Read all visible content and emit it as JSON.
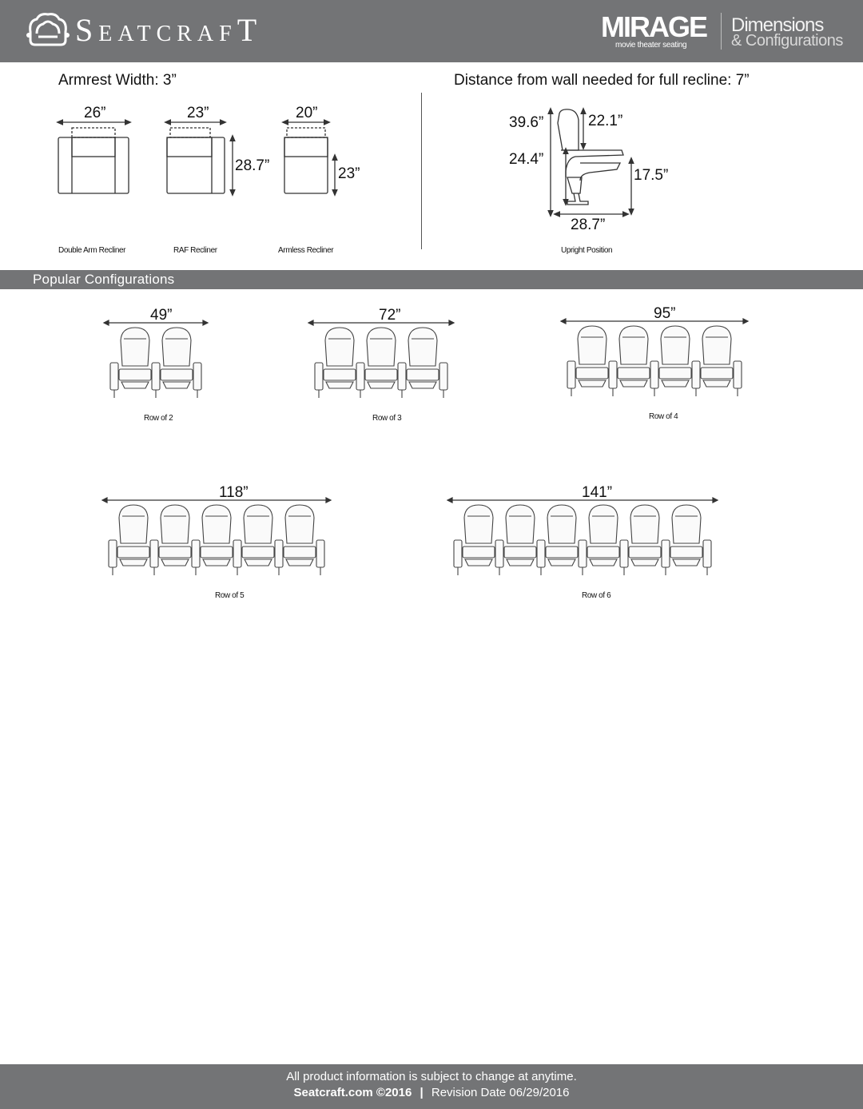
{
  "header": {
    "brand": "SeatcrafT",
    "product_name": "MIRAGE",
    "product_tagline": "movie theater seating",
    "title_line1": "Dimensions",
    "title_line2": "& Configurations",
    "colors": {
      "bar": "#737476",
      "text": "#ffffff"
    }
  },
  "dimensions": {
    "armrest_label": "Armrest Width: 3”",
    "wall_label": "Distance from wall needed for full recline: 7”",
    "top_views": [
      {
        "width": "26”",
        "caption": "Double Arm Recliner"
      },
      {
        "width": "23”",
        "depth": "28.7”",
        "caption": "RAF Recliner"
      },
      {
        "width": "20”",
        "depth": "23”",
        "caption": "Armless Recliner"
      }
    ],
    "side_view": {
      "overall_height": "39.6”",
      "back_height": "22.1”",
      "arm_height": "24.4”",
      "seat_height": "17.5”",
      "depth": "28.7”",
      "caption": "Upright Position"
    }
  },
  "configurations": {
    "section_title": "Popular Configurations",
    "items": [
      {
        "width": "49”",
        "caption": "Row of 2",
        "seats": 2
      },
      {
        "width": "72”",
        "caption": "Row of 3",
        "seats": 3
      },
      {
        "width": "95”",
        "caption": "Row of 4",
        "seats": 4
      },
      {
        "width": "118”",
        "caption": "Row of 5",
        "seats": 5
      },
      {
        "width": "141”",
        "caption": "Row of 6",
        "seats": 6
      }
    ]
  },
  "footer": {
    "line1": "All product information is subject to change at anytime.",
    "site": "Seatcraft.com ©2016",
    "separator": "|",
    "revision": "Revision Date 06/29/2016"
  }
}
